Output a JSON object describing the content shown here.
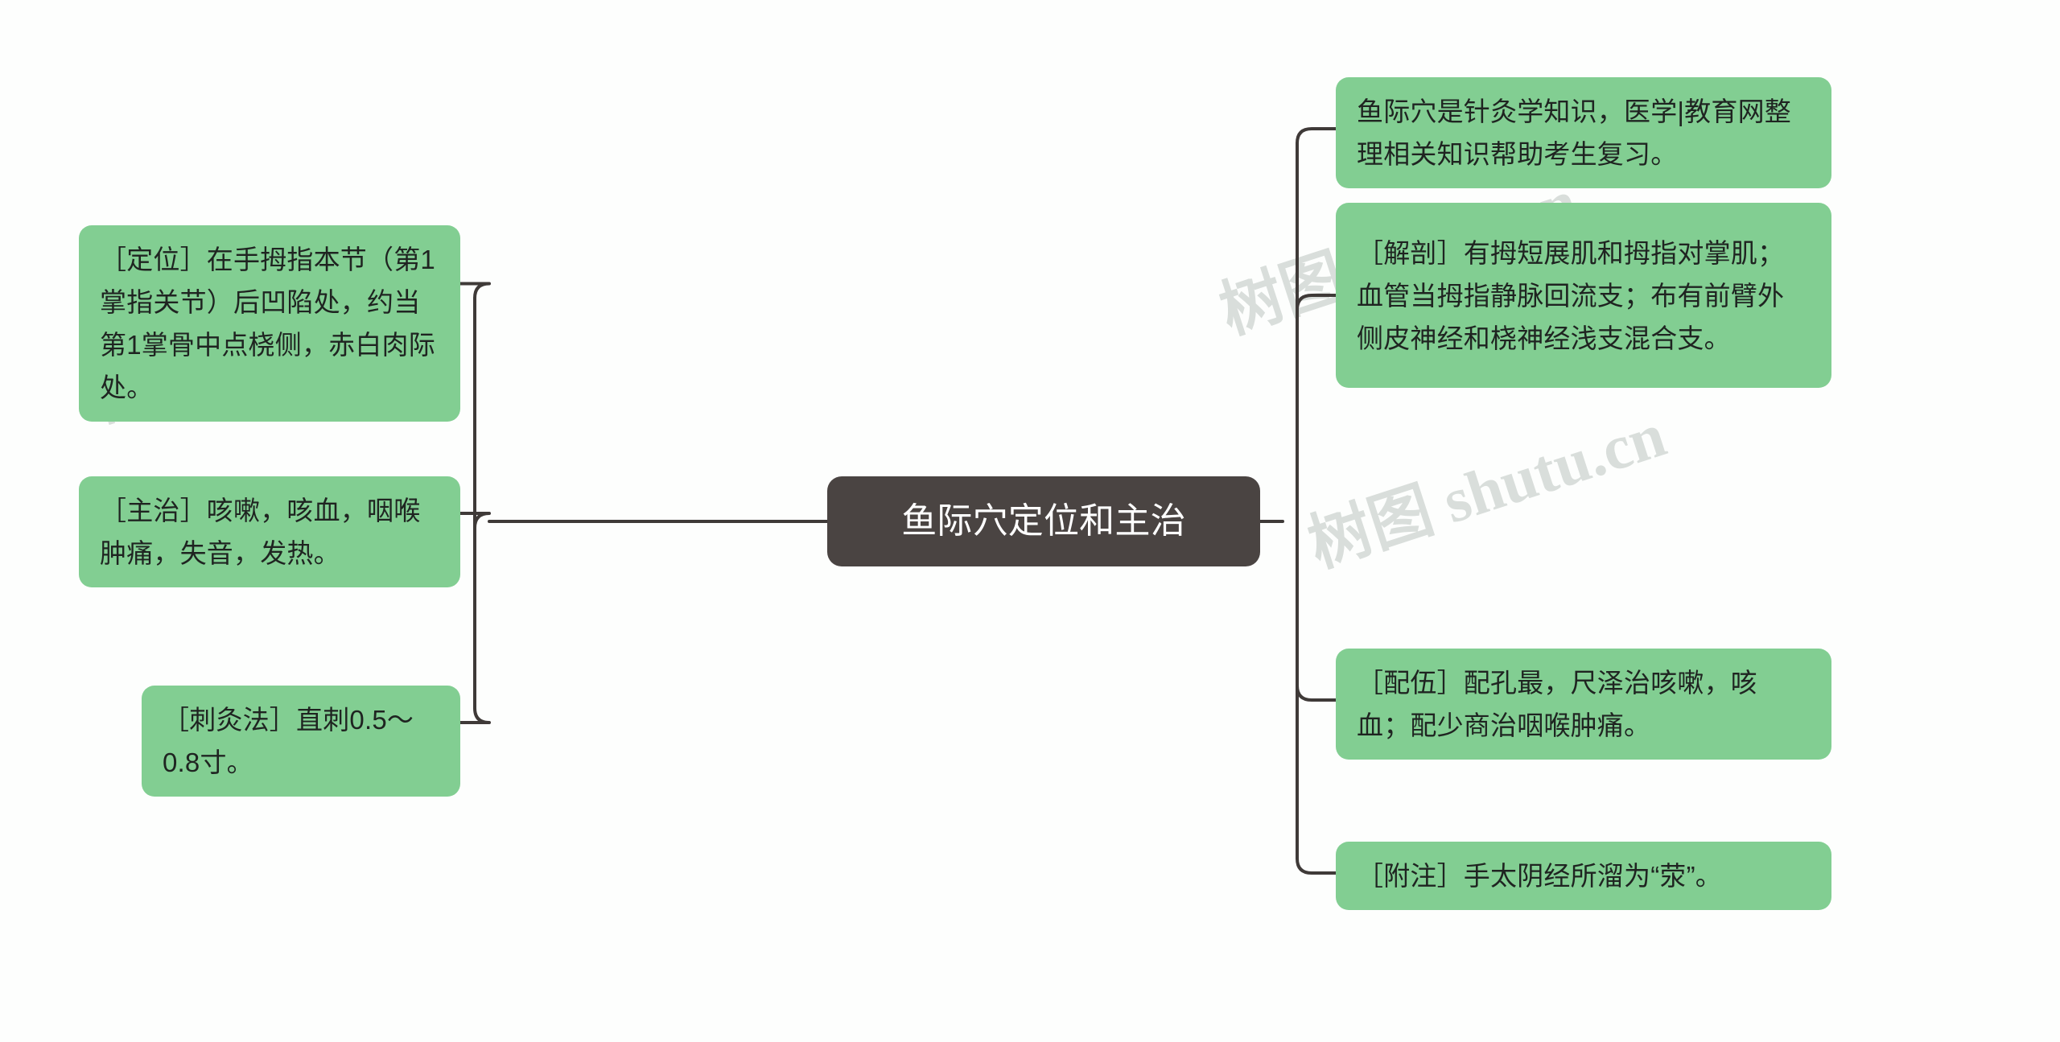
{
  "diagram": {
    "type": "mindmap",
    "watermark": "树图 shutu.cn",
    "colors": {
      "leaf_background": "#82ce92",
      "root_background": "#4a4442",
      "root_text": "#ffffff",
      "leaf_text": "#1f2421",
      "connector": "#3f3a38",
      "page_background": "#fdfefd"
    },
    "root": {
      "label": "鱼际穴定位和主治"
    },
    "left_branch": [
      {
        "key": "dingwei",
        "label": "［定位］在手拇指本节（第1掌指关节）后凹陷处，约当第1掌骨中点桡侧，赤白肉际处。"
      },
      {
        "key": "zhuzhi",
        "label": "［主治］咳嗽，咳血，咽喉肿痛，失音，发热。"
      },
      {
        "key": "cijiufa",
        "label": "［刺灸法］直刺0.5～0.8寸。"
      }
    ],
    "right_branch": [
      {
        "key": "intro",
        "label": "鱼际穴是针灸学知识，医学|教育网整理相关知识帮助考生复习。"
      },
      {
        "key": "jiepou",
        "label": "［解剖］有拇短展肌和拇指对掌肌；血管当拇指静脉回流支；布有前臂外侧皮神经和桡神经浅支混合支。"
      },
      {
        "key": "peiwu",
        "label": "［配伍］配孔最，尺泽治咳嗽，咳血；配少商治咽喉肿痛。"
      },
      {
        "key": "fuzhu",
        "label": "［附注］手太阴经所溜为“荥”。"
      }
    ]
  }
}
